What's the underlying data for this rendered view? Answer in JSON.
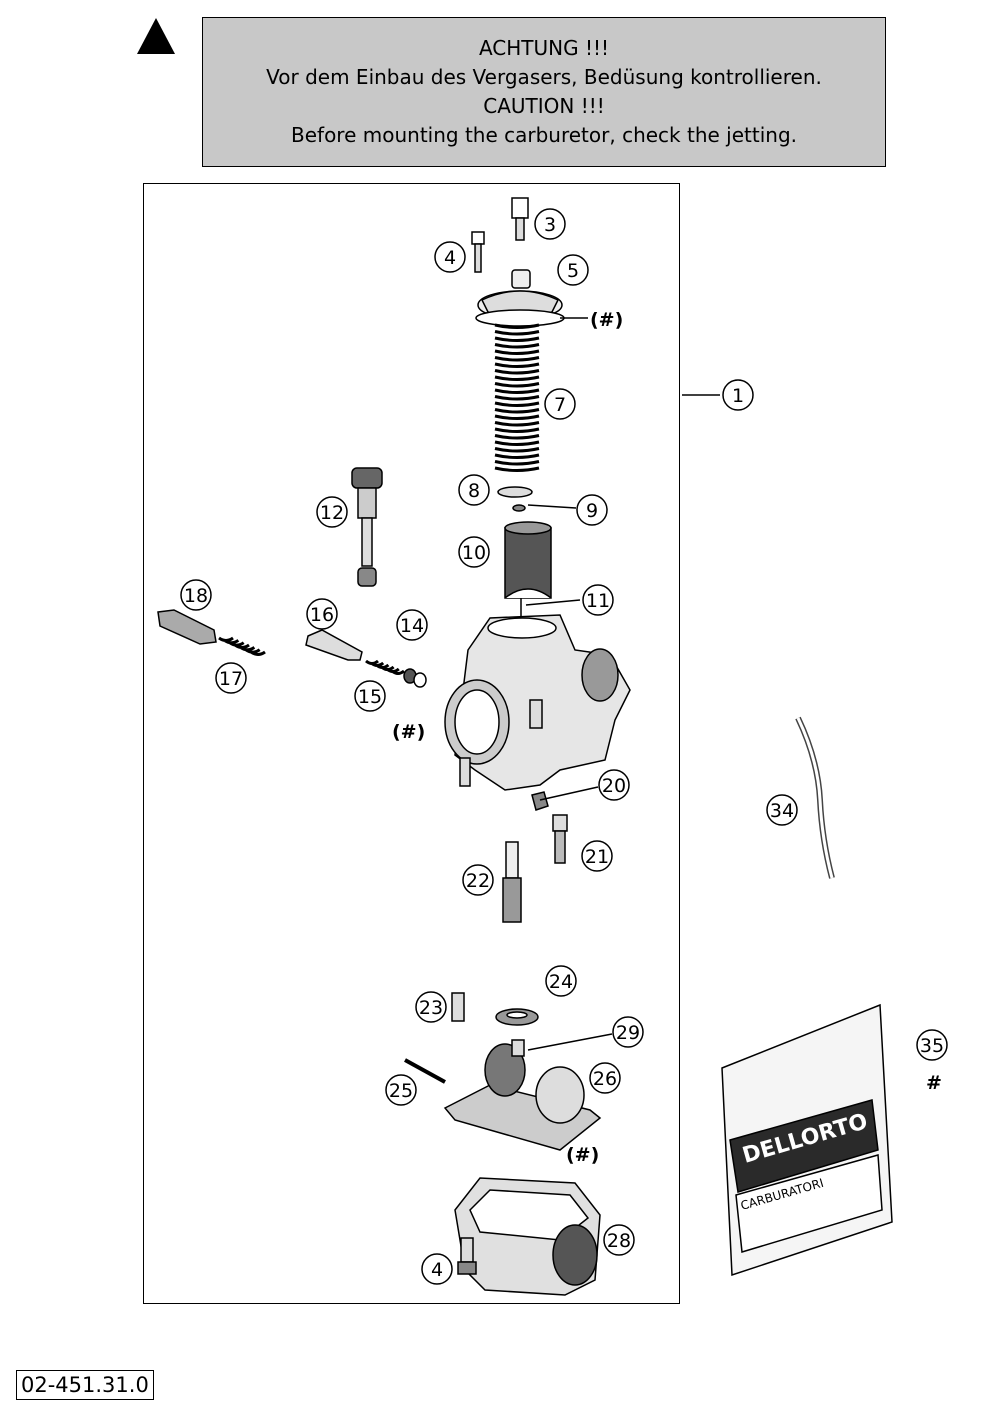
{
  "caution": {
    "line1": "ACHTUNG !!!",
    "line2": "Vor dem Einbau des Vergasers, Bedüsung kontrollieren.",
    "line3": "CAUTION !!!",
    "line4": "Before mounting the carburetor, check the jetting."
  },
  "callouts": {
    "c1": "1",
    "c3": "3",
    "c4a": "4",
    "c4b": "4",
    "c5": "5",
    "c7": "7",
    "c8": "8",
    "c9": "9",
    "c10": "10",
    "c11": "11",
    "c12": "12",
    "c14": "14",
    "c15": "15",
    "c16": "16",
    "c17": "17",
    "c18": "18",
    "c20": "20",
    "c21": "21",
    "c22": "22",
    "c23": "23",
    "c24": "24",
    "c25": "25",
    "c26": "26",
    "c28": "28",
    "c29": "29",
    "c34": "34",
    "c35": "35"
  },
  "hash_marks": {
    "h_top": "(#)",
    "h_left": "(#)",
    "h_bottom": "(#)",
    "h_bag": "#"
  },
  "bag": {
    "brand": "DELLORTO",
    "subbrand": "CARBURATORI"
  },
  "reference_number": "02-451.31.0"
}
